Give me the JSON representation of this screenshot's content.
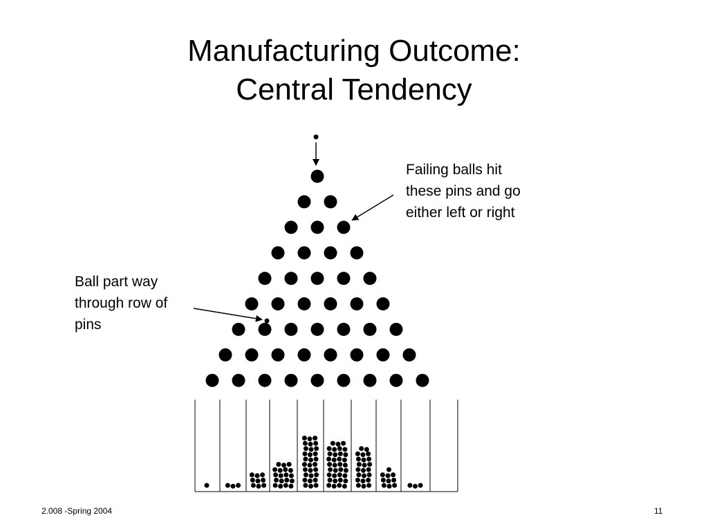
{
  "title": {
    "line1": "Manufacturing Outcome:",
    "line2": "Central Tendency"
  },
  "callouts": {
    "pins": {
      "lines": [
        "Failing balls hit",
        "these pins and go",
        "either left or right"
      ]
    },
    "ball": {
      "lines": [
        "Ball part way",
        "through row of",
        "pins"
      ]
    }
  },
  "diagram": {
    "pin_rows": [
      1,
      2,
      3,
      4,
      5,
      6,
      7,
      8,
      9
    ],
    "bin_counts": [
      1,
      3,
      9,
      19,
      30,
      35,
      23,
      10,
      3
    ],
    "colors": {
      "pin": "#000000",
      "ball": "#000000",
      "line": "#000000"
    }
  },
  "footer": {
    "left": "2.008 -Spring 2004",
    "right": "11"
  }
}
